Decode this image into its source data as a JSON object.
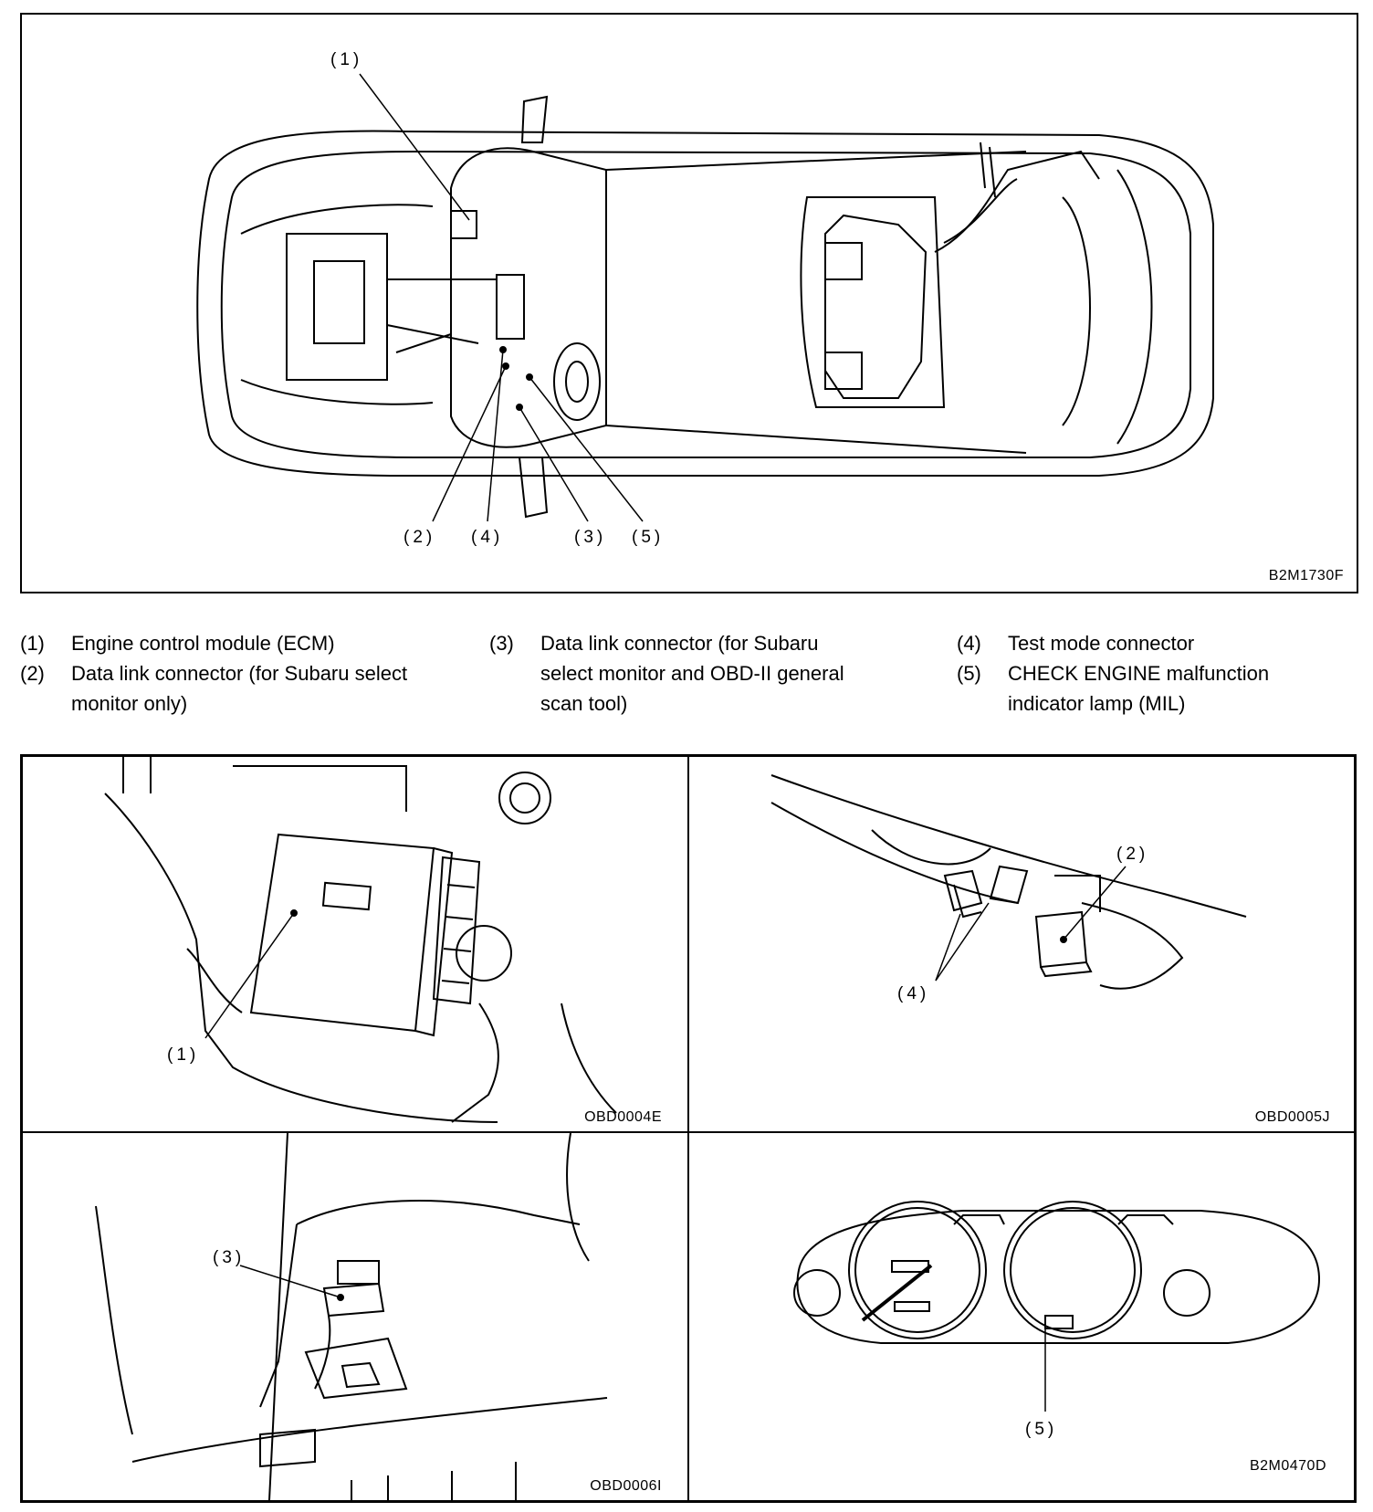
{
  "top_figure": {
    "code": "B2M1730F",
    "callouts": [
      "(1)",
      "(2)",
      "(4)",
      "(3)",
      "(5)"
    ]
  },
  "legend": {
    "col1": [
      {
        "num": "(1)",
        "text": "Engine control module (ECM)"
      },
      {
        "num": "(2)",
        "text": "Data link connector (for Subaru select monitor only)"
      }
    ],
    "col2": [
      {
        "num": "(3)",
        "text": "Data link connector (for Subaru select monitor and OBD-II general scan tool)"
      }
    ],
    "col3": [
      {
        "num": "(4)",
        "text": "Test mode connector"
      },
      {
        "num": "(5)",
        "text": "CHECK ENGINE malfunction indicator lamp (MIL)"
      }
    ]
  },
  "panels": {
    "ecm": {
      "code": "OBD0004E",
      "callout": "(1)"
    },
    "test_mode": {
      "code": "OBD0005J",
      "callout_top": "(2)",
      "callout_bottom": "(4)"
    },
    "data_link": {
      "code": "OBD0006I",
      "callout": "(3)"
    },
    "meter": {
      "code": "B2M0470D",
      "callout": "(5)"
    }
  }
}
